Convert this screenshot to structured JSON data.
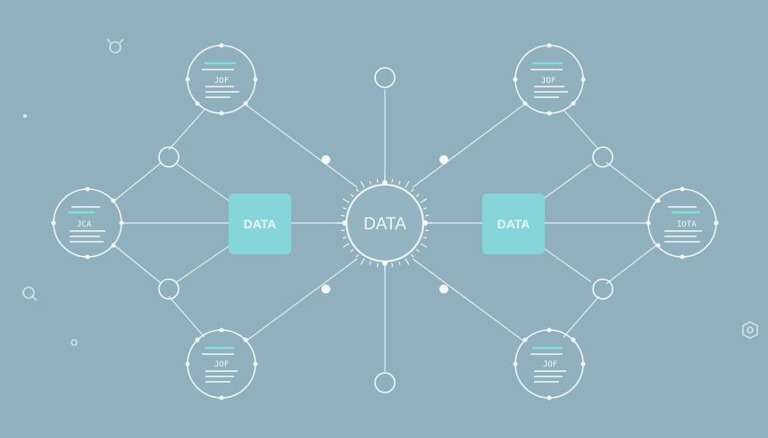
{
  "diagram": {
    "hub": {
      "label": "DATA"
    },
    "left_box": {
      "label": "DATA"
    },
    "right_box": {
      "label": "DATA"
    },
    "documents": {
      "top_left": {
        "label": "JOF"
      },
      "mid_left": {
        "label": "JCA"
      },
      "bottom_left": {
        "label": "JOF"
      },
      "top_right": {
        "label": "JOF"
      },
      "mid_right": {
        "label": "IOTA"
      },
      "bottom_right": {
        "label": "JOF"
      }
    },
    "colors": {
      "background": "#8fb0bc",
      "accent_teal": "#7fdede",
      "line": "#eef6f8"
    }
  }
}
